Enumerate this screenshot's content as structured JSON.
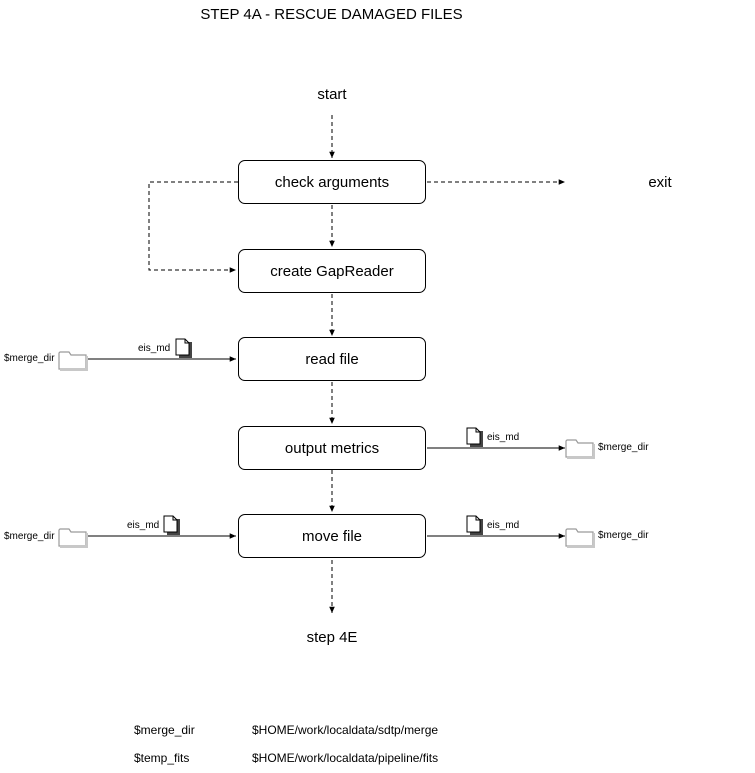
{
  "title": "STEP 4A - RESCUE DAMAGED FILES",
  "terminals": {
    "start": "start",
    "exit": "exit",
    "next": "step 4E"
  },
  "boxes": {
    "check_arguments": "check arguments",
    "create_gapreader": "create GapReader",
    "read_file": "read file",
    "output_metrics": "output metrics",
    "move_file": "move file"
  },
  "io": {
    "read_in_dir": "$merge_dir",
    "read_in_file": "eis_md",
    "metrics_out_file": "eis_md",
    "metrics_out_dir": "$merge_dir",
    "move_in_dir": "$merge_dir",
    "move_in_file": "eis_md",
    "move_out_file": "eis_md",
    "move_out_dir": "$merge_dir"
  },
  "legend": [
    {
      "key": "$merge_dir",
      "value": "$HOME/work/localdata/sdtp/merge"
    },
    {
      "key": "$temp_fits",
      "value": "$HOME/work/localdata/pipeline/fits"
    }
  ]
}
